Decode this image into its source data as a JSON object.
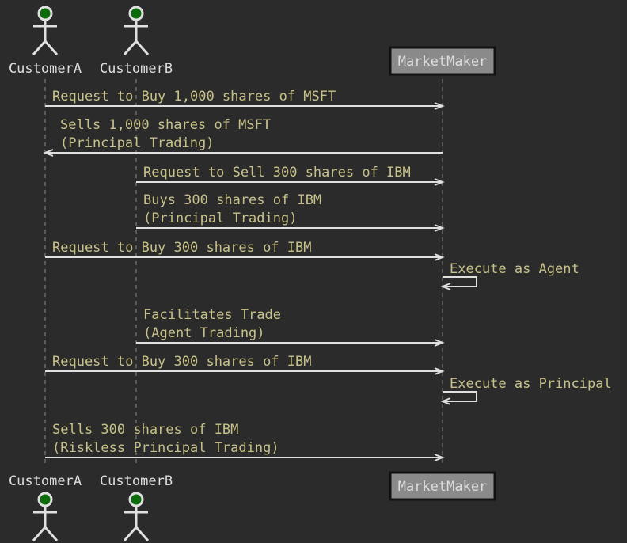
{
  "participants": [
    {
      "id": "a",
      "name": "CustomerA",
      "kind": "actor"
    },
    {
      "id": "b",
      "name": "CustomerB",
      "kind": "actor"
    },
    {
      "id": "m",
      "name": "MarketMaker",
      "kind": "participant"
    }
  ],
  "messages": [
    {
      "from": "a",
      "to": "m",
      "lines": [
        "Request to Buy 1,000 shares of MSFT"
      ]
    },
    {
      "from": "m",
      "to": "a",
      "lines": [
        "Sells 1,000 shares of MSFT",
        "(Principal Trading)"
      ]
    },
    {
      "from": "b",
      "to": "m",
      "lines": [
        "Request to Sell 300 shares of IBM"
      ]
    },
    {
      "from": "b",
      "to": "m",
      "lines": [
        "Buys 300 shares of IBM",
        "(Principal Trading)"
      ]
    },
    {
      "from": "a",
      "to": "m",
      "lines": [
        "Request to Buy 300 shares of IBM"
      ]
    },
    {
      "from": "m",
      "to": "m",
      "lines": [
        "Execute as Agent"
      ]
    },
    {
      "from": "b",
      "to": "m",
      "lines": [
        "Facilitates Trade",
        "(Agent Trading)"
      ]
    },
    {
      "from": "a",
      "to": "m",
      "lines": [
        "Request to Buy 300 shares of IBM"
      ]
    },
    {
      "from": "m",
      "to": "m",
      "lines": [
        "Execute as Principal"
      ]
    },
    {
      "from": "a",
      "to": "m",
      "lines": [
        "Sells 300 shares of IBM",
        "(Riskless Principal Trading)"
      ]
    }
  ],
  "colors": {
    "background": "#2b2b2b",
    "line": "#e0e0e0",
    "text": "#c8c28a",
    "participant_text": "#dddddd",
    "box_fill": "#8a8a8a",
    "box_border": "#111111",
    "actor_head": "#0b6b0b"
  }
}
